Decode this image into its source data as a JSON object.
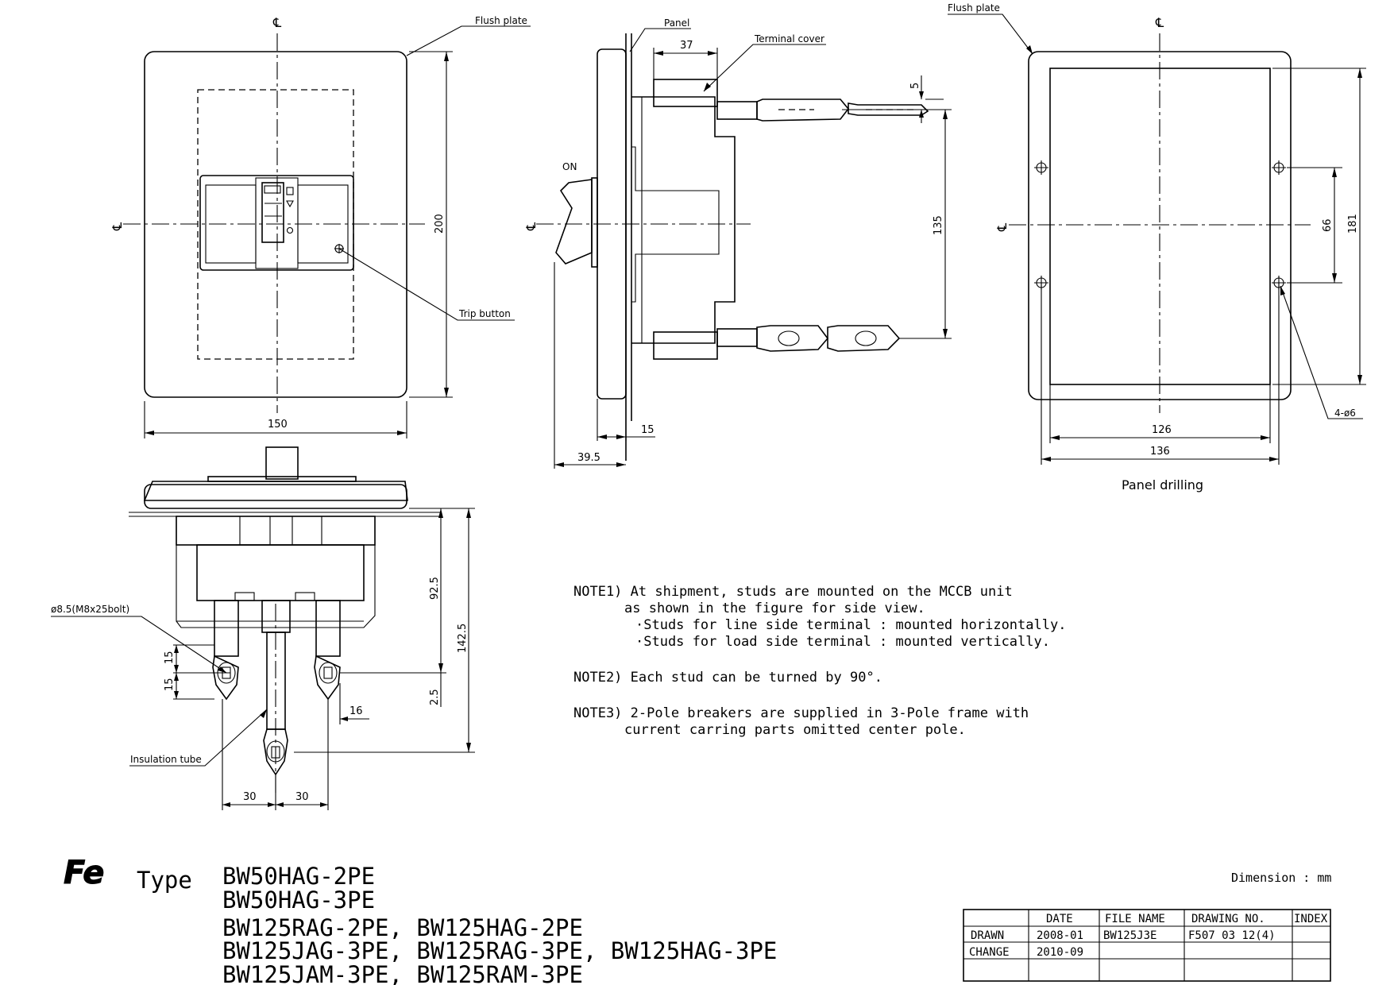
{
  "centerline_symbol": "℄",
  "front_view": {
    "width_dim": "150",
    "height_dim": "200",
    "flush_plate_label": "Flush plate",
    "trip_button_label": "Trip button"
  },
  "side_view": {
    "panel_label": "Panel",
    "terminal_cover_label": "Terminal cover",
    "on_label": "ON",
    "dim_37": "37",
    "dim_5": "5",
    "dim_135": "135",
    "dim_15": "15",
    "dim_39_5": "39.5"
  },
  "panel_drilling": {
    "flush_plate_label": "Flush plate",
    "dim_66": "66",
    "dim_181": "181",
    "dim_126": "126",
    "dim_136": "136",
    "holes_label": "4-ø6",
    "caption": "Panel drilling"
  },
  "bottom_view": {
    "bolt_label": "ø8.5(M8x25bolt)",
    "insulation_label": "Insulation tube",
    "dim_15a": "15",
    "dim_15b": "15",
    "dim_92_5": "92.5",
    "dim_142_5": "142.5",
    "dim_2_5": "2.5",
    "dim_16": "16",
    "dim_30a": "30",
    "dim_30b": "30"
  },
  "notes": [
    "NOTE1) At shipment, studs are mounted on the MCCB unit",
    "as shown in the figure for side view.",
    "·Studs for line side terminal : mounted horizontally.",
    "·Studs for load side terminal : mounted vertically.",
    "NOTE2) Each stud can be turned by 90°.",
    "NOTE3) 2-Pole breakers are supplied in 3-Pole frame with",
    "current carring parts omitted center pole."
  ],
  "type_block": {
    "logo": "Fe",
    "label": "Type",
    "models": [
      "BW50HAG-2PE",
      "BW50HAG-3PE",
      "BW125RAG-2PE, BW125HAG-2PE",
      "BW125JAG-3PE, BW125RAG-3PE, BW125HAG-3PE",
      "BW125JAM-3PE, BW125RAM-3PE"
    ]
  },
  "dimension_unit": "Dimension : mm",
  "title_block": {
    "headers": [
      "DATE",
      "FILE NAME",
      "DRAWING NO.",
      "INDEX"
    ],
    "rows": [
      {
        "label": "DRAWN",
        "date": "2008-01",
        "file": "BW125J3E",
        "drawing": "F507 03 12(4)",
        "index": ""
      },
      {
        "label": "CHANGE",
        "date": "2010-09",
        "file": "",
        "drawing": "",
        "index": ""
      }
    ]
  }
}
